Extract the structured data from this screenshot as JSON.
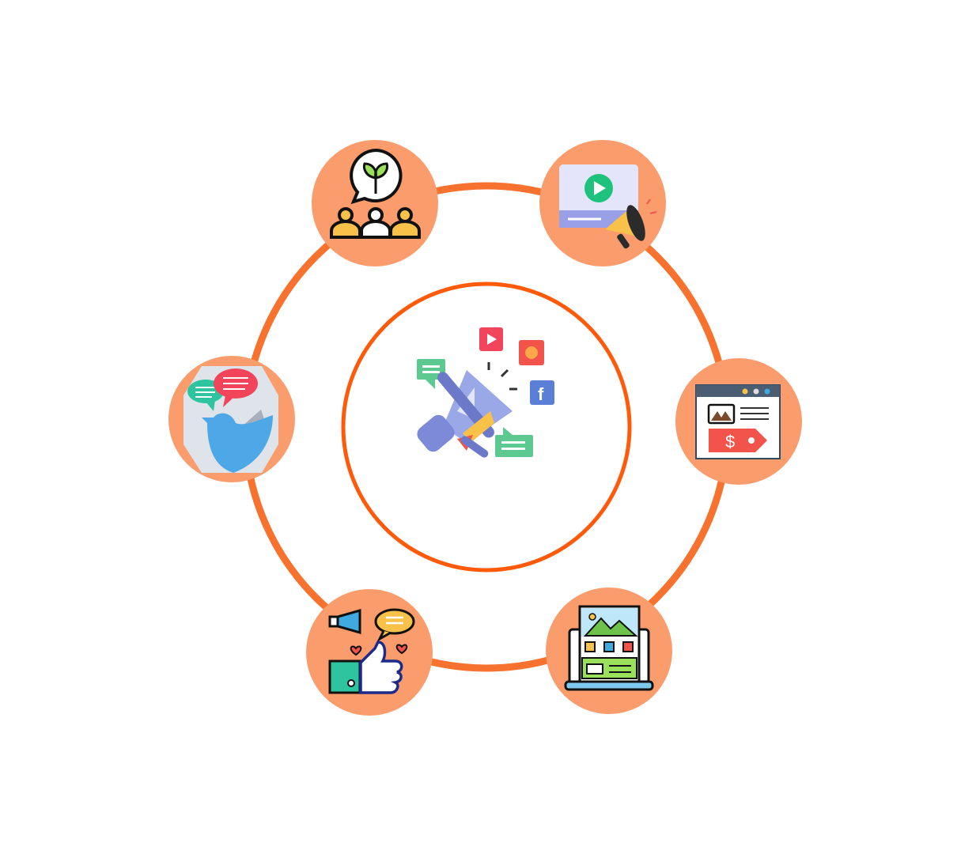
{
  "diagram": {
    "center": {
      "icon": "megaphone-social-media-icon"
    },
    "nodes": [
      {
        "id": "community",
        "icon": "community-growth-icon"
      },
      {
        "id": "video-ad",
        "icon": "video-advertising-icon"
      },
      {
        "id": "web-pricing",
        "icon": "webpage-price-tag-icon"
      },
      {
        "id": "laptop-gallery",
        "icon": "laptop-website-icon"
      },
      {
        "id": "social-like",
        "icon": "thumbs-up-engagement-icon"
      },
      {
        "id": "twitter-chat",
        "icon": "bird-chat-icon"
      }
    ]
  },
  "colors": {
    "outer_ring": "#F7722E",
    "inner_ring": "#FF5A0A",
    "node_fill": "#FA9C6B"
  }
}
